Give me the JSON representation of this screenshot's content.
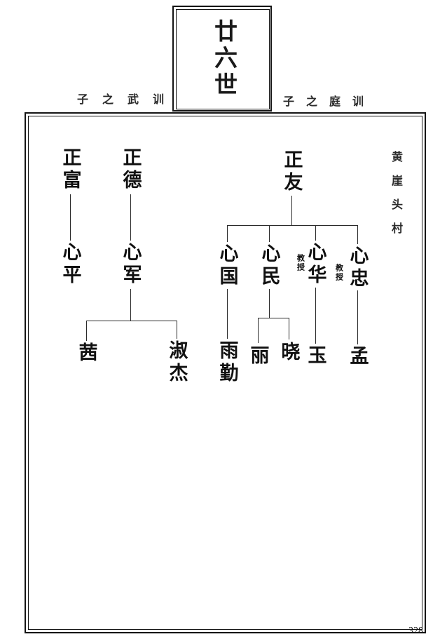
{
  "page": {
    "generation_title": "廿六世",
    "left_branch_label": "子之武训",
    "right_branch_label": "子之庭训",
    "village_label": "黄崖头村",
    "page_number": "328"
  },
  "tree": {
    "gen1": [
      {
        "name": "正富"
      },
      {
        "name": "正德"
      },
      {
        "name": "正友"
      }
    ],
    "gen2": [
      {
        "name": "心平"
      },
      {
        "name": "心军"
      },
      {
        "name": "心国"
      },
      {
        "name": "心民"
      },
      {
        "name": "心华",
        "note": "教授"
      },
      {
        "name": "心忠",
        "note": "教授"
      }
    ],
    "gen3": [
      {
        "name": "茜"
      },
      {
        "name": "淑杰"
      },
      {
        "name": "雨勤"
      },
      {
        "name": "丽"
      },
      {
        "name": "晓"
      },
      {
        "name": "玉"
      },
      {
        "name": "孟"
      }
    ]
  }
}
